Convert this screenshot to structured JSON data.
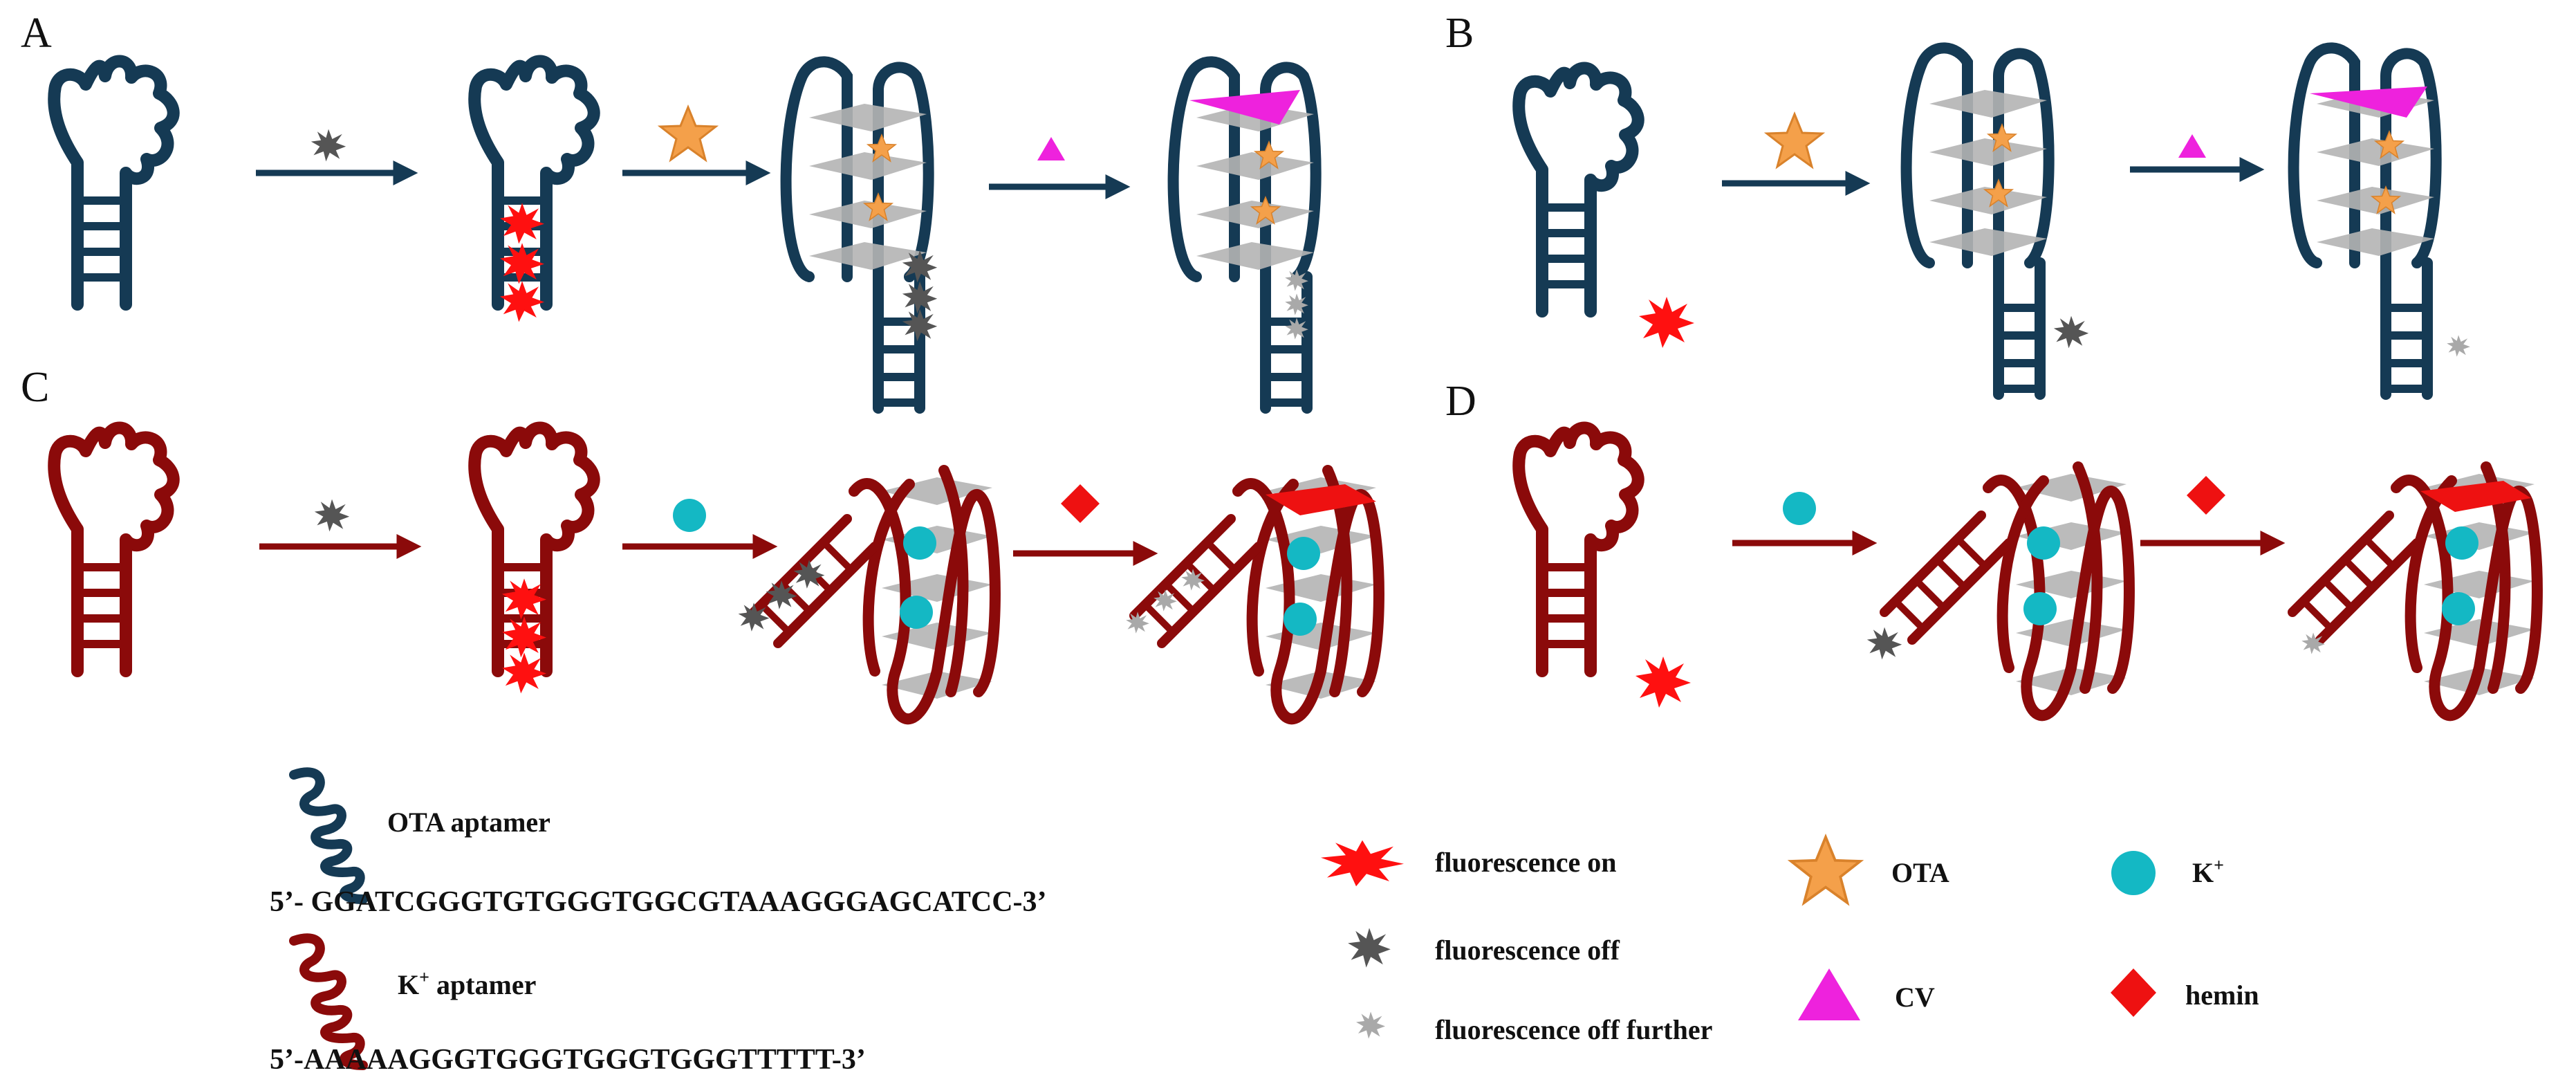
{
  "panels": {
    "a": "A",
    "b": "B",
    "c": "C",
    "d": "D"
  },
  "legend": {
    "ota_aptamer_label": "OTA aptamer",
    "ota_aptamer_sequence": "5’- GGATCGGGTGTGGGTGGCGTAAAGGGAGCATCC-3’",
    "k_aptamer_label_main": "K",
    "k_aptamer_label_sup": "+",
    "k_aptamer_label_rest": " aptamer",
    "k_aptamer_sequence": "5’-AAAAAGGGTGGGTGGGTGGGTTTTT-3’",
    "fluorescence_on": "fluorescence on",
    "fluorescence_off": "fluorescence off",
    "fluorescence_off_further": "fluorescence off further",
    "ota": "OTA",
    "k_ion_main": "K",
    "k_ion_sup": "+",
    "cv": "CV",
    "hemin": "hemin"
  },
  "colors": {
    "ota_strand": "#153a54",
    "k_strand": "#8b0a0a",
    "fluorescence_on": "#ff1010",
    "fluorescence_off": "#555555",
    "fluorescence_off_further": "#a9a9a9",
    "ota_star": "#f4a04a",
    "k_ion": "#14b8c4",
    "cv_triangle": "#ee22dd",
    "hemin_diamond": "#ee1111",
    "g_quartet": "#b4b4b4"
  },
  "icons": {
    "strand_ota": "coil-icon",
    "strand_k": "coil-icon",
    "fluor_on": "burst-icon",
    "fluor_off": "burst-icon",
    "fluor_off_further": "burst-icon",
    "ota": "star-icon",
    "k_ion": "circle-icon",
    "cv": "triangle-icon",
    "hemin": "diamond-icon"
  }
}
